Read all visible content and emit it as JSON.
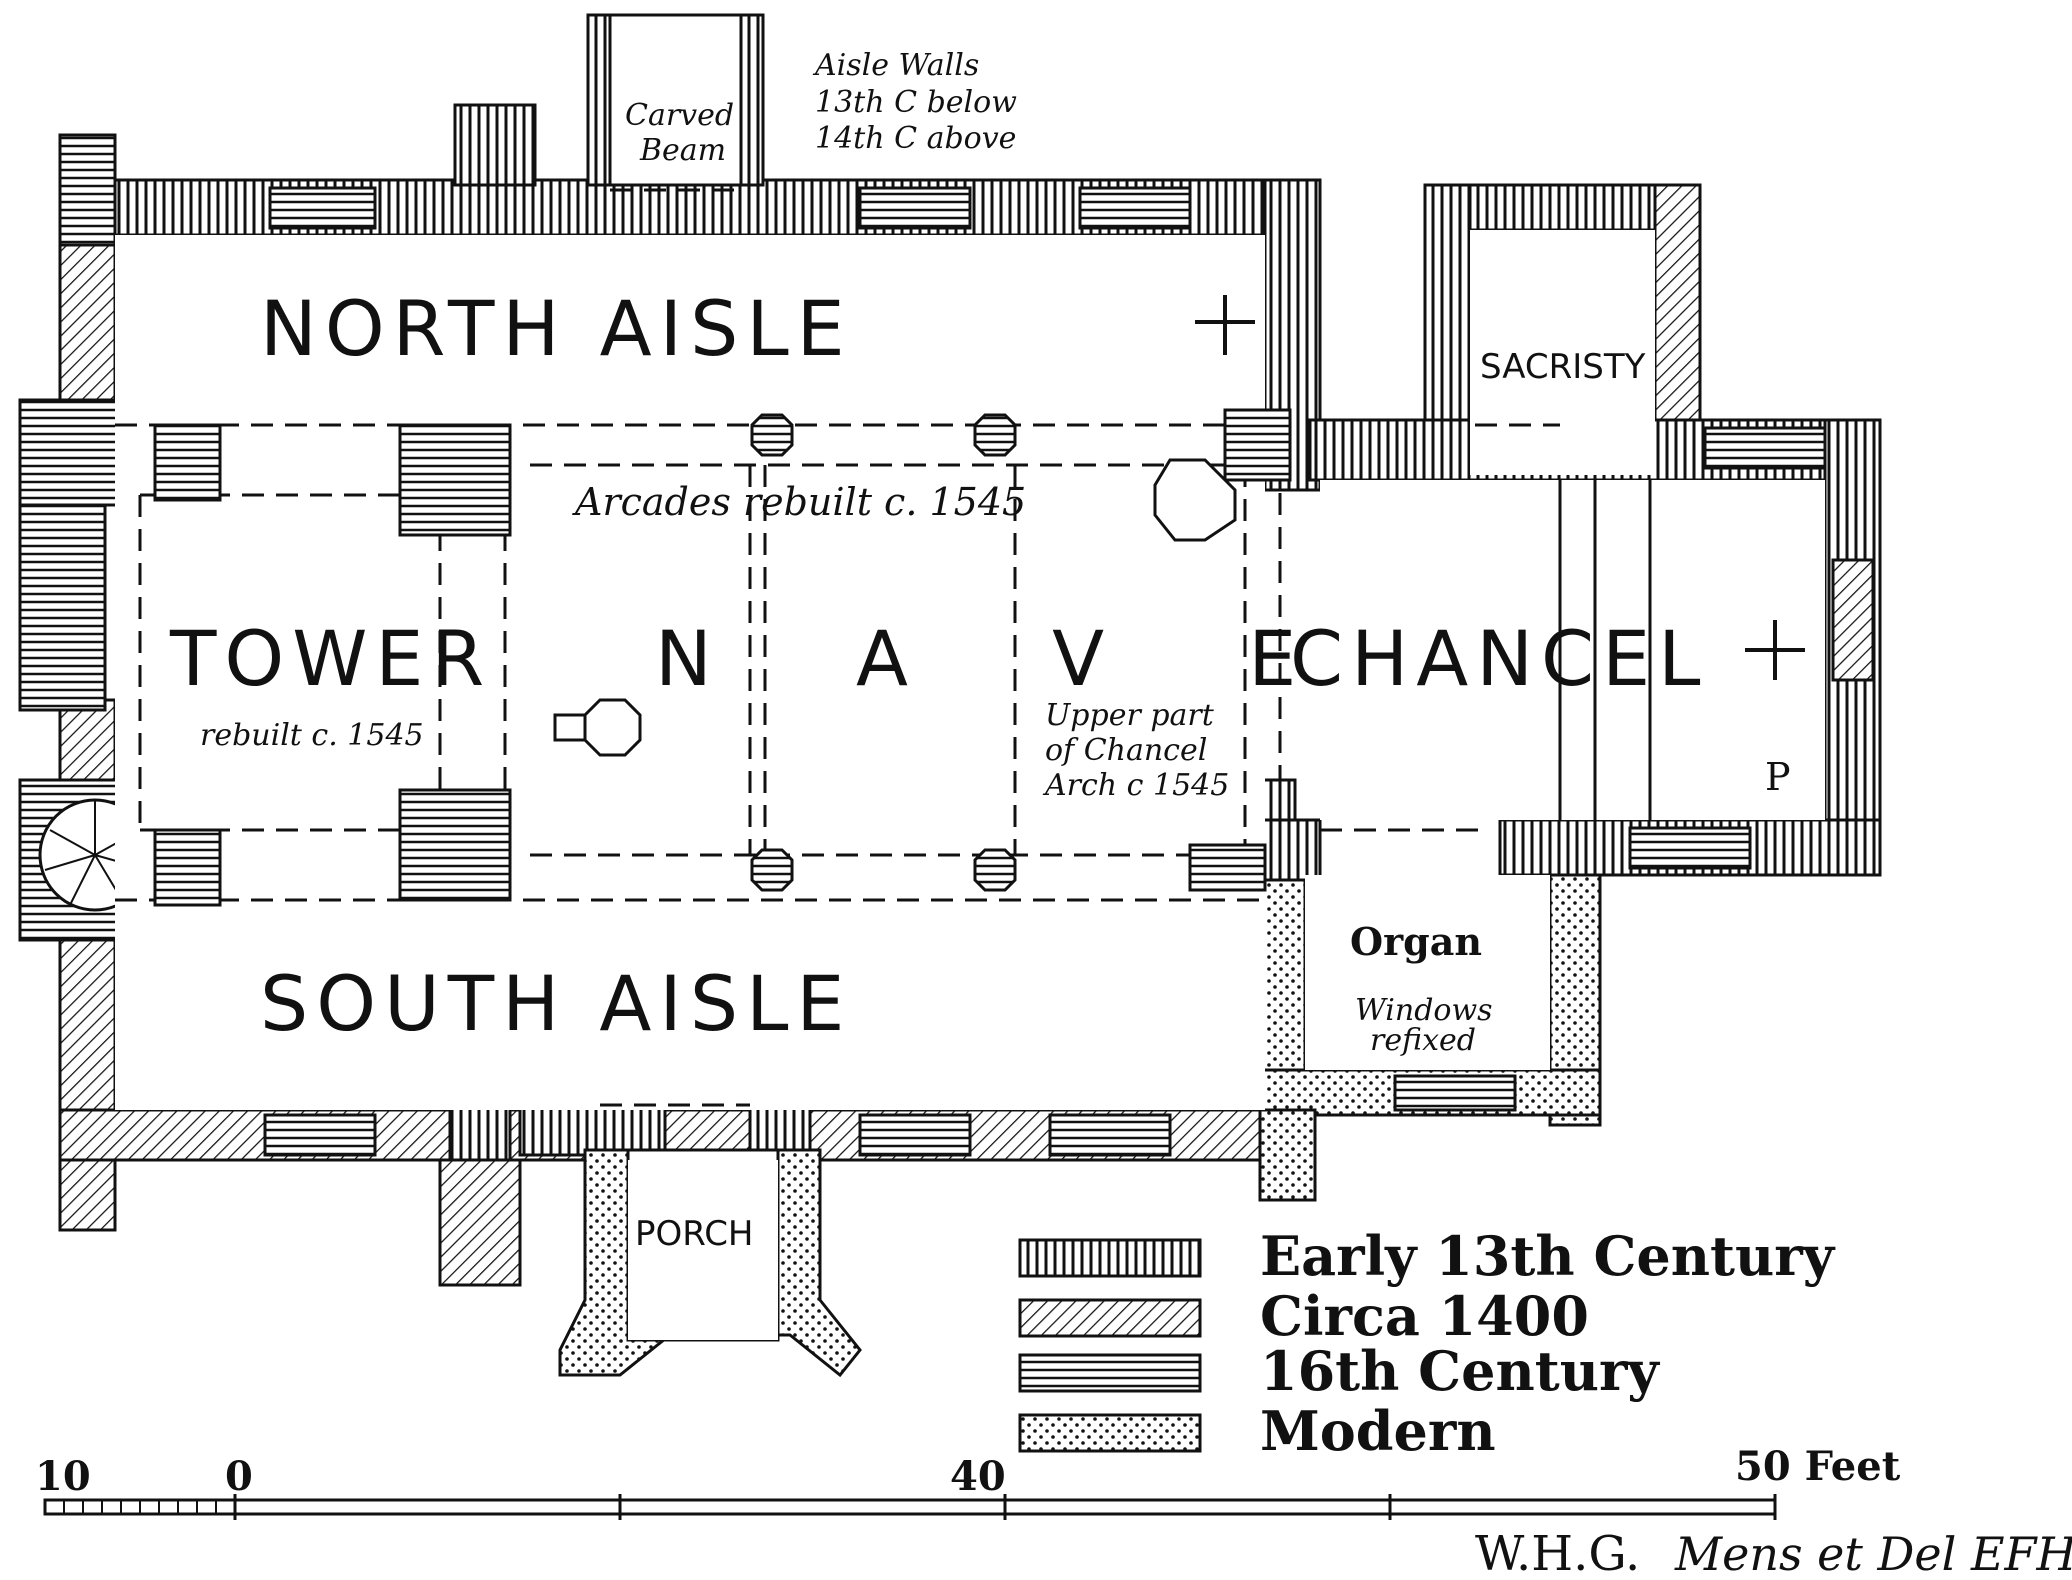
{
  "rooms": {
    "north_aisle": "NORTH AISLE",
    "south_aisle": "SOUTH AISLE",
    "nave": "N A V E",
    "tower": "TOWER",
    "chancel": "CHANCEL",
    "sacristy": "SACRISTY",
    "porch": "PORCH",
    "organ": "Organ"
  },
  "notes": {
    "aisle_walls": [
      "Aisle Walls",
      "13th C below",
      "14th C above"
    ],
    "carved_beam": [
      "Carved",
      "Beam"
    ],
    "arcades": "Arcades rebuilt c. 1545",
    "tower_rebuilt": "rebuilt c. 1545",
    "chancel_arch": [
      "Upper part",
      "of Chancel",
      "Arch c 1545"
    ],
    "windows": [
      "Windows",
      "refixed"
    ],
    "piscina_mark": "P"
  },
  "legend": [
    {
      "label": "Early 13th Century",
      "pattern": "vertical-hatch"
    },
    {
      "label": "Circa 1400",
      "pattern": "diagonal-hatch"
    },
    {
      "label": "16th Century",
      "pattern": "horizontal-hatch"
    },
    {
      "label": "Modern",
      "pattern": "dotted"
    }
  ],
  "scale": {
    "ticks": [
      "10",
      "0",
      "40"
    ],
    "unit_label": "50 Feet"
  },
  "credit": {
    "initials": "W.H.G.",
    "rest": "Mens et Del EFH"
  },
  "colors": {
    "ink": "#111111",
    "paper": "#ffffff"
  }
}
